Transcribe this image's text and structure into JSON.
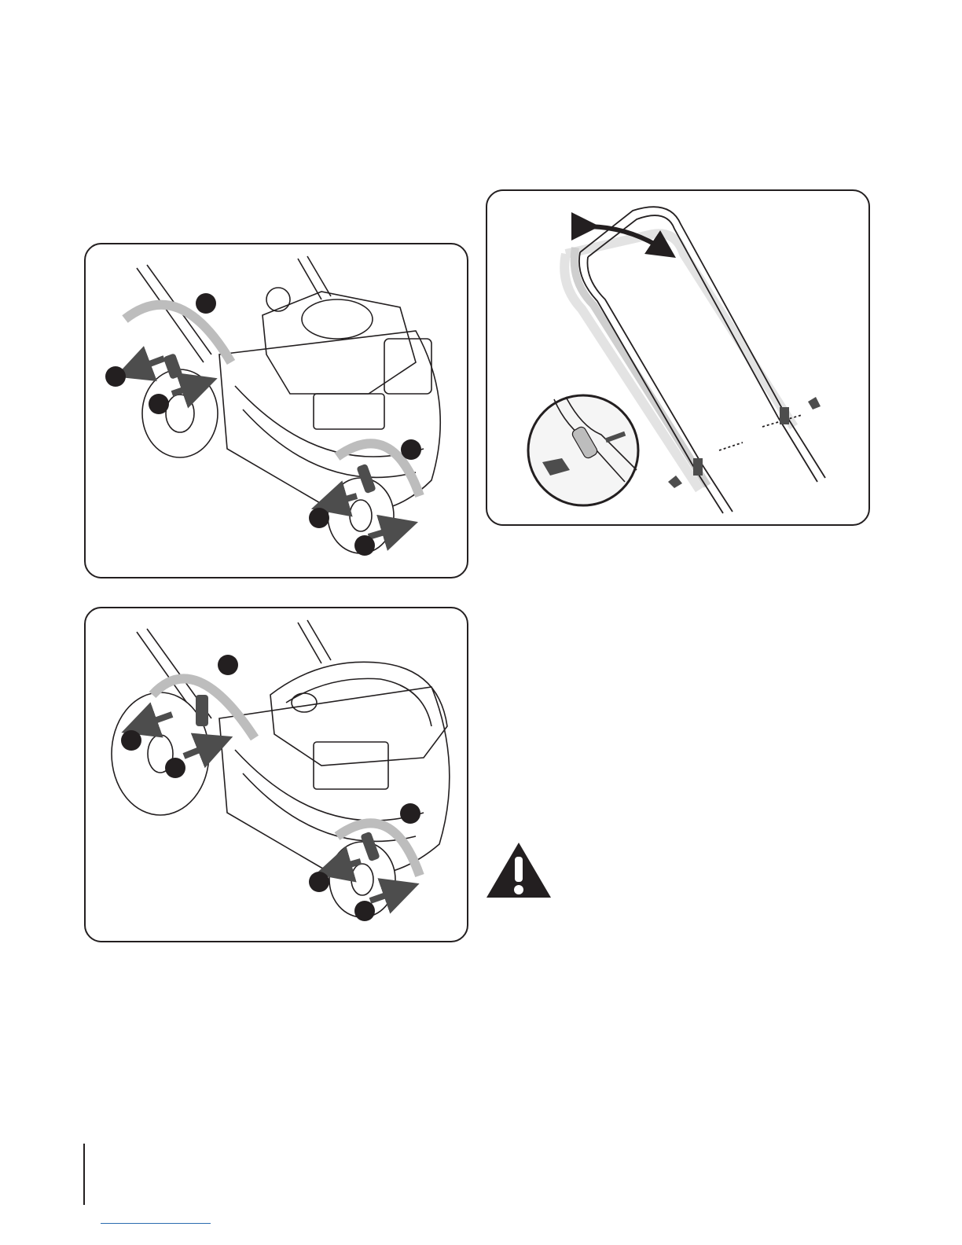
{
  "colors": {
    "ink": "#231f20",
    "arrow": "#4d4d4d",
    "shade": "#d8d8d8",
    "link": "#2b6cb0"
  },
  "figures": {
    "top_left": {
      "icon": "mower-wheel-height-adjust",
      "callouts": 6
    },
    "bottom_left": {
      "icon": "mower-wheel-height-adjust-alt",
      "callouts": 6
    },
    "right": {
      "icon": "handle-height-adjust",
      "callouts": 0
    }
  },
  "warning": {
    "icon": "warning-triangle-icon"
  }
}
